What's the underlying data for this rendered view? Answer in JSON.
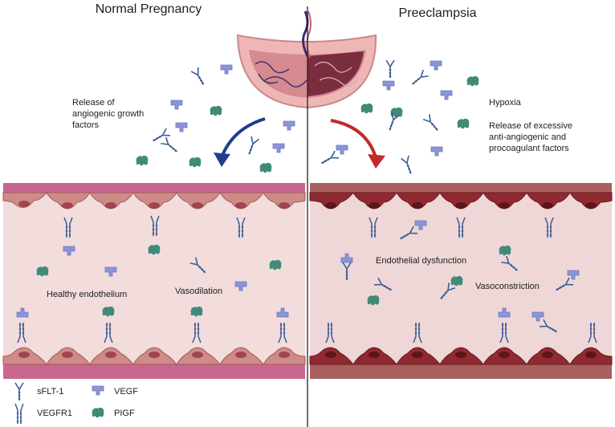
{
  "panels": {
    "left": {
      "title": "Normal Pregnancy",
      "placenta_caption": [
        "Release of",
        "angiogenic growth",
        "factors"
      ],
      "vessel_label_1": "Healthy endothelium",
      "vessel_label_2": "Vasodilation"
    },
    "right": {
      "title": "Preeclampsia",
      "caption_1": "Hypoxia",
      "caption_2": [
        "Release of excessive",
        "anti-angiogenic and",
        "procoagulant factors"
      ],
      "vessel_label_1": "Endothelial dysfunction",
      "vessel_label_2": "Vasoconstriction"
    }
  },
  "legend": {
    "sflt1": "sFLT-1",
    "vegfr1": "VEGFR1",
    "vegf": "VEGF",
    "pigf": "PIGF"
  },
  "colors": {
    "normal_band": "#c9668f",
    "normal_cell": "#cf8b87",
    "normal_lumen": "#f2dcdc",
    "pre_band": "#a8605e",
    "pre_cell": "#8f2a30",
    "pre_lumen": "#efd7d7",
    "normal_arrow": "#1f3f8c",
    "pre_arrow": "#c22a2a",
    "vegf": "#8a95d6",
    "pigf": "#3f8a78",
    "receptor": "#3a5d95"
  }
}
